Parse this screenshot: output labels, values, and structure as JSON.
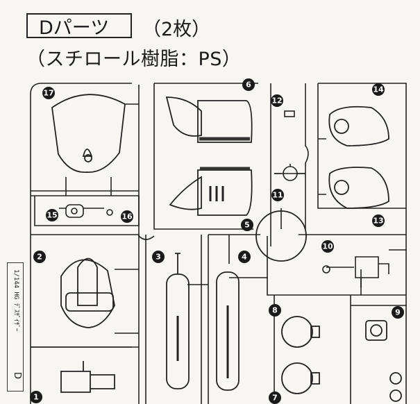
{
  "header": {
    "parts_title": "Dパーツ",
    "count": "（2枚）",
    "material": "（スチロール樹脂：PS）"
  },
  "runner": {
    "spine_text": "1/144 HG ﾃﾞｽｻﾞｲｻﾞｰ",
    "spine_letter": "D"
  },
  "part_numbers": [
    "1",
    "2",
    "3",
    "4",
    "5",
    "6",
    "7",
    "8",
    "9",
    "10",
    "11",
    "12",
    "13",
    "14",
    "15",
    "16",
    "17"
  ]
}
